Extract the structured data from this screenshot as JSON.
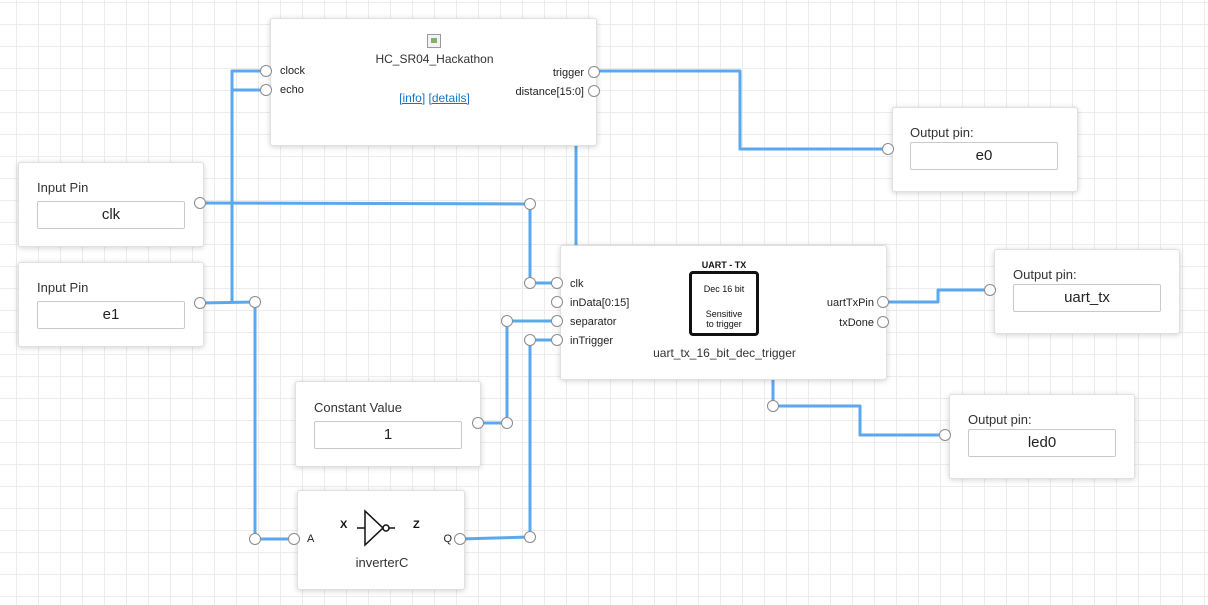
{
  "nodes": {
    "hcsr04": {
      "name": "HC_SR04_Hackathon",
      "info_link": "[info]",
      "details_link": "[details]",
      "inputs": [
        "clock",
        "echo"
      ],
      "outputs": [
        "trigger",
        "distance[15:0]"
      ]
    },
    "input_clk": {
      "title": "Input Pin",
      "value": "clk"
    },
    "input_e1": {
      "title": "Input Pin",
      "value": "e1"
    },
    "output_e0": {
      "title": "Output pin:",
      "value": "e0"
    },
    "output_uart_tx": {
      "title": "Output pin:",
      "value": "uart_tx"
    },
    "output_led0": {
      "title": "Output pin:",
      "value": "led0"
    },
    "constant": {
      "title": "Constant Value",
      "value": "1"
    },
    "uart": {
      "name": "uart_tx_16_bit_dec_trigger",
      "symbol_title": "UART - TX",
      "symbol_line1": "Dec 16 bit",
      "symbol_line2": "Sensitive",
      "symbol_line3": "to trigger",
      "inputs": [
        "clk",
        "inData[0:15]",
        "separator",
        "inTrigger"
      ],
      "outputs": [
        "uartTxPin",
        "txDone"
      ]
    },
    "inverter": {
      "name": "inverterC",
      "input": "A",
      "output": "Q",
      "symbol_in": "X",
      "symbol_out": "Z"
    }
  },
  "colors": {
    "wire": "#5aa9ef",
    "node_border": "#e0e0e0",
    "link": "#1a73c8"
  }
}
